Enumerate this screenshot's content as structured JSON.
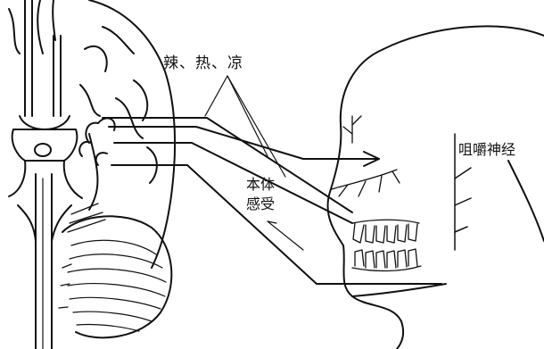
{
  "labels": {
    "taste_sensations": "辣、热、凉",
    "proprioception_line1": "本体",
    "proprioception_line2": "感受",
    "masticatory_nerve": "咀嚼神经"
  }
}
